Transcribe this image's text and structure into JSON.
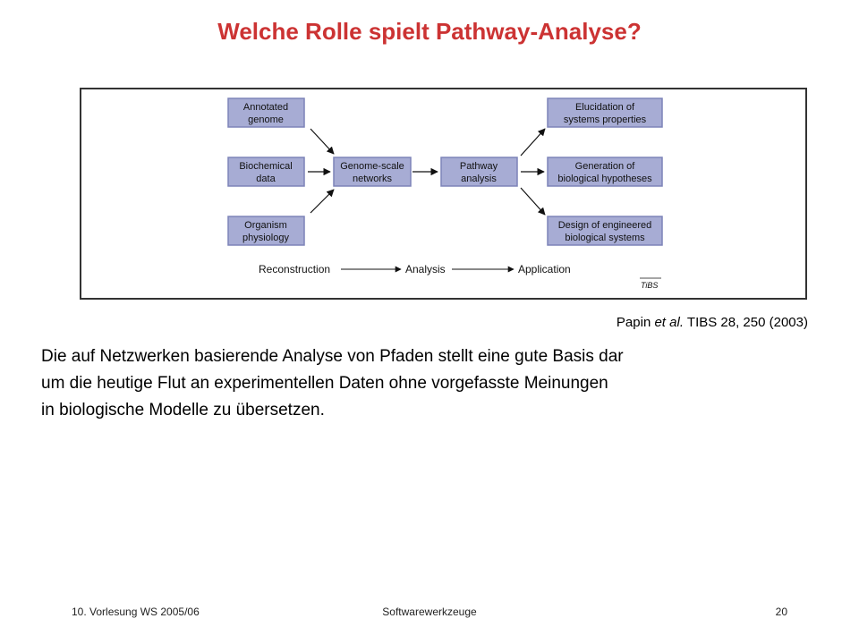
{
  "title": "Welche Rolle spielt Pathway-Analyse?",
  "diagram": {
    "nodes": {
      "annotated_genome": [
        "Annotated",
        "genome"
      ],
      "biochemical_data": [
        "Biochemical",
        "data"
      ],
      "organism_physiology": [
        "Organism",
        "physiology"
      ],
      "genome_scale_networks": [
        "Genome-scale",
        "networks"
      ],
      "pathway_analysis": [
        "Pathway",
        "analysis"
      ],
      "elucidation": [
        "Elucidation of",
        "systems properties"
      ],
      "generation": [
        "Generation of",
        "biological hypotheses"
      ],
      "design": [
        "Design of engineered",
        "biological systems"
      ]
    },
    "flow": {
      "reconstruction": "Reconstruction",
      "analysis": "Analysis",
      "application": "Application"
    },
    "source_logo": "TiBS",
    "colors": {
      "node_fill": "#a7acd4",
      "node_border": "#7d83b8",
      "arrow": "#111111"
    }
  },
  "citation": {
    "authors": "Papin",
    "etal": "et al.",
    "ref": "TIBS 28, 250 (2003)"
  },
  "body": {
    "lines": [
      "Die auf Netzwerken basierende Analyse von Pfaden stellt eine gute Basis dar",
      "um die heutige Flut an experimentellen Daten ohne vorgefasste Meinungen",
      "in biologische Modelle zu übersetzen."
    ]
  },
  "footer": {
    "left": "10. Vorlesung WS 2005/06",
    "center": "Softwarewerkzeuge",
    "right": "20"
  },
  "colors": {
    "title": "#cc3333"
  }
}
